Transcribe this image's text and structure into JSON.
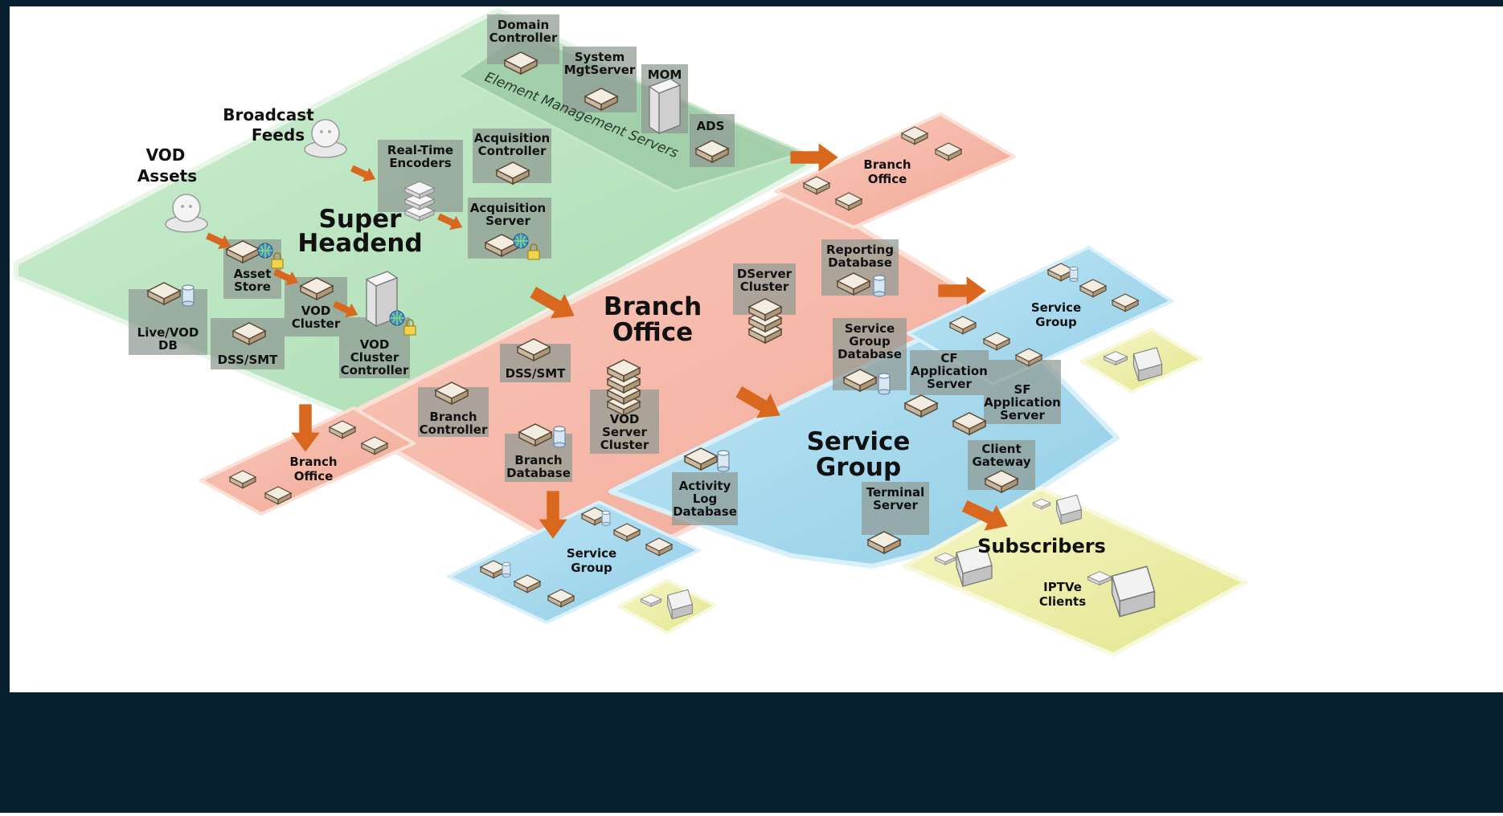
{
  "colors": {
    "green_zone": "#bfe6c4",
    "salmon_zone": "#f6b9aa",
    "blue_zone": "#a9dcef",
    "yellow_zone": "#eef0a8",
    "arrow": "#d9681e",
    "label_box": "#8f9a93",
    "frame": "#06202f"
  },
  "icons": [
    "server-icon",
    "database-icon",
    "tower-server-icon",
    "person-icon",
    "globe-icon",
    "lock-icon",
    "set-top-box-icon",
    "tv-icon",
    "arrow-icon"
  ],
  "zones": {
    "super_headend": {
      "title_line1": "Super",
      "title_line2": "Headend"
    },
    "branch_office_center": {
      "title_line1": "Branch",
      "title_line2": "Office"
    },
    "service_group_center": {
      "title_line1": "Service",
      "title_line2": "Group"
    },
    "element_management": {
      "title": "Element Management Servers"
    },
    "subscribers": {
      "title": "Subscribers",
      "sub_line1": "IPTVe",
      "sub_line2": "Clients"
    }
  },
  "sources": {
    "broadcast_feeds": {
      "line1": "Broadcast",
      "line2": "Feeds"
    },
    "vod_assets": {
      "line1": "VOD",
      "line2": "Assets"
    }
  },
  "components": {
    "domain_controller": {
      "line1": "Domain",
      "line2": "Controller"
    },
    "system_mgmt_server": {
      "line1": "System",
      "line2": "MgtServer"
    },
    "mom": {
      "line1": "MOM"
    },
    "ads": {
      "line1": "ADS"
    },
    "realtime_encoders": {
      "line1": "Real-Time",
      "line2": "Encoders"
    },
    "acquisition_controller": {
      "line1": "Acquisition",
      "line2": "Controller"
    },
    "acquisition_server": {
      "line1": "Acquisition",
      "line2": "Server"
    },
    "asset_store": {
      "line1": "Asset",
      "line2": "Store"
    },
    "livevod_db": {
      "line1": "Live/VOD",
      "line2": "DB"
    },
    "vod_cluster": {
      "line1": "VOD",
      "line2": "Cluster"
    },
    "dss_smt_headend": {
      "line1": "DSS/SMT"
    },
    "vod_cluster_controller": {
      "line1": "VOD",
      "line2": "Cluster",
      "line3": "Controller"
    },
    "dserver_cluster": {
      "line1": "DServer",
      "line2": "Cluster"
    },
    "reporting_database": {
      "line1": "Reporting",
      "line2": "Database"
    },
    "dss_smt_branch": {
      "line1": "DSS/SMT"
    },
    "branch_controller": {
      "line1": "Branch",
      "line2": "Controller"
    },
    "vod_server_cluster": {
      "line1": "VOD",
      "line2": "Server",
      "line3": "Cluster"
    },
    "branch_database": {
      "line1": "Branch",
      "line2": "Database"
    },
    "service_group_database": {
      "line1": "Service",
      "line2": "Group",
      "line3": "Database"
    },
    "cf_application_server": {
      "line1": "CF",
      "line2": "Application",
      "line3": "Server"
    },
    "sf_application_server": {
      "line1": "SF",
      "line2": "Application",
      "line3": "Server"
    },
    "client_gateway": {
      "line1": "Client",
      "line2": "Gateway"
    },
    "activity_log_database": {
      "line1": "Activity",
      "line2": "Log",
      "line3": "Database"
    },
    "terminal_server": {
      "line1": "Terminal",
      "line2": "Server"
    }
  },
  "satellites": {
    "branch_office_top_right": {
      "line1": "Branch",
      "line2": "Office"
    },
    "branch_office_bottom_left": {
      "line1": "Branch",
      "line2": "Office"
    },
    "service_group_right": {
      "line1": "Service",
      "line2": "Group"
    },
    "service_group_bottom": {
      "line1": "Service",
      "line2": "Group"
    }
  }
}
